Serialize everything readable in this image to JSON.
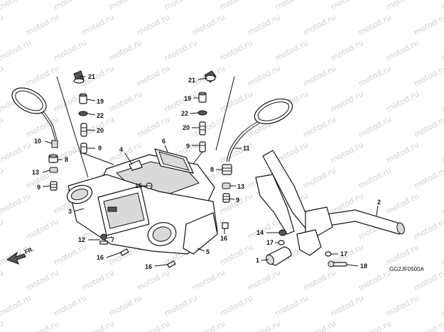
{
  "watermark": "motod.ru",
  "diagram_code": "GG2JF0500A",
  "direction_label": "FR.",
  "callouts": [
    {
      "id": "c21L",
      "label": "21"
    },
    {
      "id": "c19L",
      "label": "19"
    },
    {
      "id": "c22L",
      "label": "22"
    },
    {
      "id": "c20L",
      "label": "20"
    },
    {
      "id": "c9L",
      "label": "9"
    },
    {
      "id": "c21R",
      "label": "21"
    },
    {
      "id": "c19R",
      "label": "19"
    },
    {
      "id": "c22R",
      "label": "22"
    },
    {
      "id": "c20R",
      "label": "20"
    },
    {
      "id": "c9R",
      "label": "9"
    },
    {
      "id": "c10",
      "label": "10"
    },
    {
      "id": "c8L",
      "label": "8"
    },
    {
      "id": "c13L",
      "label": "13"
    },
    {
      "id": "c9LL",
      "label": "9"
    },
    {
      "id": "c4",
      "label": "4"
    },
    {
      "id": "c6",
      "label": "6"
    },
    {
      "id": "c15",
      "label": "15"
    },
    {
      "id": "c3",
      "label": "3"
    },
    {
      "id": "c12",
      "label": "12"
    },
    {
      "id": "c7",
      "label": "7"
    },
    {
      "id": "c16a",
      "label": "16"
    },
    {
      "id": "c16b",
      "label": "16"
    },
    {
      "id": "c16c",
      "label": "16"
    },
    {
      "id": "c5",
      "label": "5"
    },
    {
      "id": "c11",
      "label": "11"
    },
    {
      "id": "c8R",
      "label": "8"
    },
    {
      "id": "c13R",
      "label": "13"
    },
    {
      "id": "c9RR",
      "label": "9"
    },
    {
      "id": "c2",
      "label": "2"
    },
    {
      "id": "c14",
      "label": "14"
    },
    {
      "id": "c17a",
      "label": "17"
    },
    {
      "id": "c17b",
      "label": "17"
    },
    {
      "id": "c1",
      "label": "1"
    },
    {
      "id": "c18",
      "label": "18"
    }
  ]
}
